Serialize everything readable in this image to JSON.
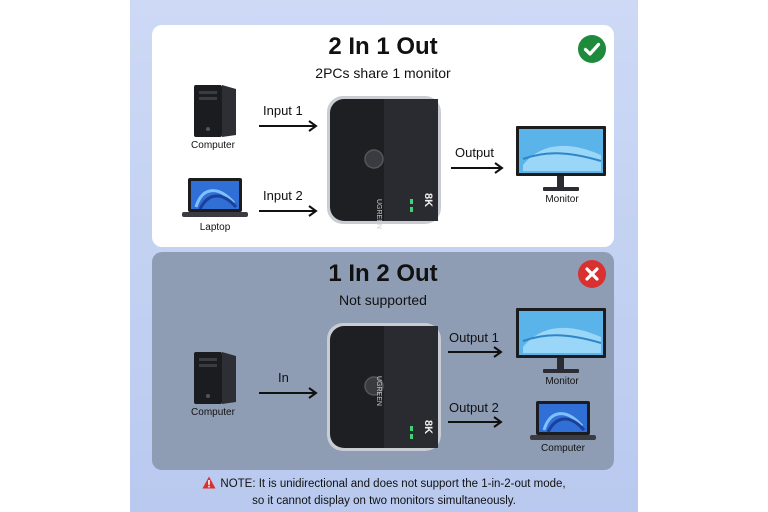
{
  "top_panel": {
    "title": "2 In 1 Out",
    "subtitle": "2PCs share 1 monitor",
    "status_icon": "check-circle-icon",
    "status_color": "#1e8a3c",
    "input1_label": "Input 1",
    "input2_label": "Input 2",
    "output_label": "Output",
    "computer_caption": "Computer",
    "laptop_caption": "Laptop",
    "monitor_caption": "Monitor",
    "switch_brand": "UGREEN",
    "switch_res": "8K"
  },
  "bottom_panel": {
    "title": "1 In 2 Out",
    "subtitle": "Not supported",
    "status_icon": "x-circle-icon",
    "status_color": "#d93030",
    "in_label": "In",
    "output1_label": "Output 1",
    "output2_label": "Output 2",
    "computer_caption": "Computer",
    "monitor_caption": "Monitor",
    "laptop_caption": "Computer",
    "switch_brand": "UGREEN",
    "switch_res": "8K"
  },
  "note": {
    "icon": "warning-triangle-icon",
    "icon_color": "#d93030",
    "line1": "NOTE: It is unidirectional and does not support the 1-in-2-out mode,",
    "line2": "so it cannot display on two monitors simultaneously."
  }
}
